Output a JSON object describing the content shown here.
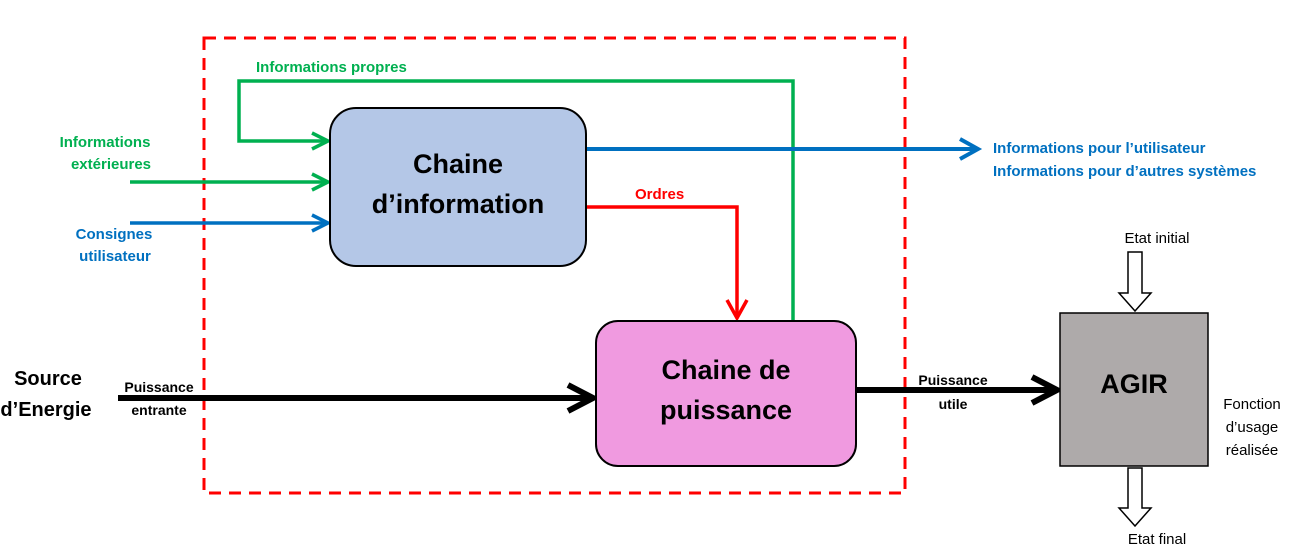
{
  "boxes": {
    "info_chain": {
      "line1": "Chaine",
      "line2": "d’information"
    },
    "power_chain": {
      "line1": "Chaine de",
      "line2": "puissance"
    },
    "agir": "AGIR"
  },
  "labels": {
    "informations_propres": "Informations propres",
    "informations_exterieures_1": "Informations",
    "informations_exterieures_2": "extérieures",
    "consignes_1": "Consignes",
    "consignes_2": "utilisateur",
    "ordres": "Ordres",
    "output_info_1": "Informations pour l’utilisateur",
    "output_info_2": "Informations pour d’autres systèmes",
    "source_1": "Source",
    "source_2": "d’Energie",
    "puissance_entrante_1": "Puissance",
    "puissance_entrante_2": "entrante",
    "puissance_utile_1": "Puissance",
    "puissance_utile_2": "utile",
    "etat_initial": "Etat initial",
    "etat_final": "Etat final",
    "fonction_1": "Fonction",
    "fonction_2": "d’usage",
    "fonction_3": "réalisée"
  },
  "colors": {
    "information_flow": "#00b050",
    "user_flow": "#0070c0",
    "orders": "#ff0000",
    "power": "#000000",
    "info_chain_fill": "#b4c7e7",
    "power_chain_fill": "#f09ae0",
    "agir_fill": "#aeaaaa",
    "boundary": "#ff0000"
  }
}
